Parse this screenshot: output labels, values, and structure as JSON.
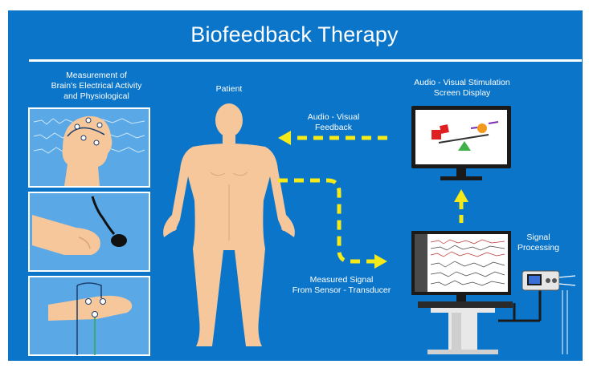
{
  "title": "Biofeedback Therapy",
  "labels": {
    "measurement": [
      "Measurement of",
      "Brain's Electrical Activity",
      "and Physiological"
    ],
    "patient": "Patient",
    "feedback": [
      "Audio - Visual",
      "Feedback"
    ],
    "stimulation": [
      "Audio - Visual Stimulation",
      "Screen Display"
    ],
    "signal_processing": [
      "Signal",
      "Processing"
    ],
    "measured_signal": [
      "Measured Signal",
      "From Sensor - Transducer"
    ]
  },
  "colors": {
    "background": "#0b75c9",
    "arrow": "#f4ea19",
    "skin": "#f6c79b",
    "panel": "#5aa8e6"
  },
  "icons": [
    "eeg-head-icon",
    "hand-sensor-icon",
    "hand-electrodes-icon",
    "human-body-icon",
    "monitor-icon",
    "workstation-icon",
    "signal-processor-icon"
  ]
}
